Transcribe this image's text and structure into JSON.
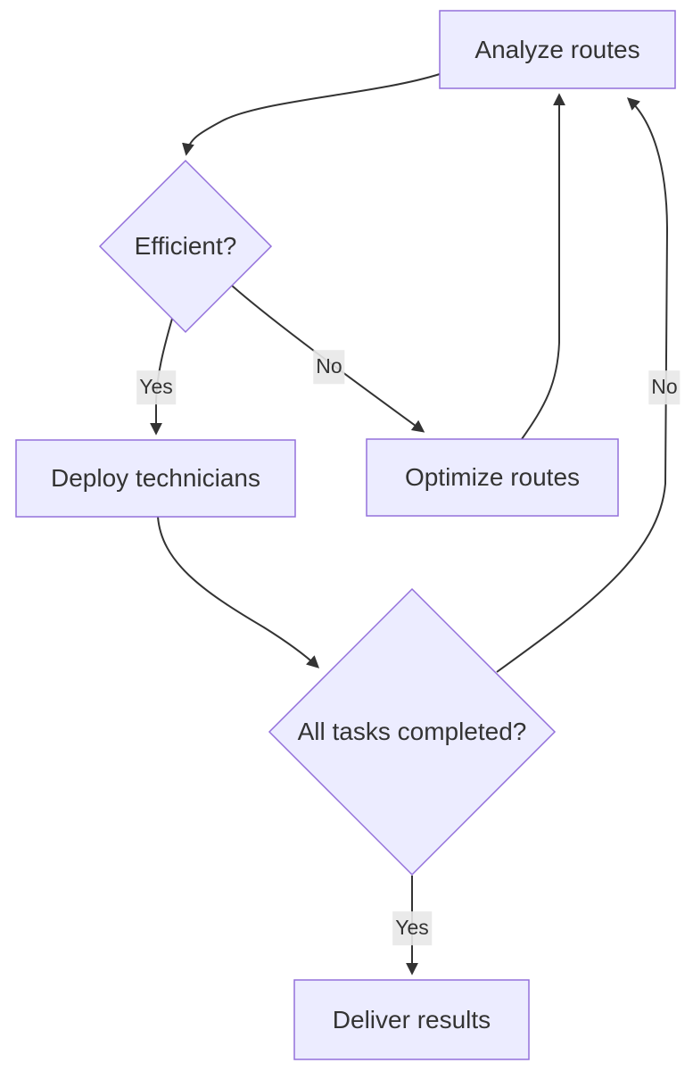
{
  "diagram": {
    "type": "flowchart",
    "orientation": "top-down",
    "colors": {
      "background": "#ffffff",
      "node_fill": "#ECECFF",
      "node_border": "#9370DB",
      "node_text": "#333333",
      "edge_line": "#333333",
      "edge_label_bg": "#e8e8e8",
      "edge_label_text": "#333333"
    },
    "nodes": [
      {
        "id": "analyze",
        "label": "Analyze routes",
        "shape": "rectangle"
      },
      {
        "id": "efficient",
        "label": "Efficient?",
        "shape": "diamond"
      },
      {
        "id": "deploy",
        "label": "Deploy technicians",
        "shape": "rectangle"
      },
      {
        "id": "optimize",
        "label": "Optimize routes",
        "shape": "rectangle"
      },
      {
        "id": "alltasks",
        "label": "All tasks completed?",
        "shape": "diamond"
      },
      {
        "id": "deliver",
        "label": "Deliver results",
        "shape": "rectangle"
      }
    ],
    "edges": [
      {
        "from": "analyze",
        "to": "efficient",
        "label": ""
      },
      {
        "from": "efficient",
        "to": "deploy",
        "label": "Yes"
      },
      {
        "from": "efficient",
        "to": "optimize",
        "label": "No"
      },
      {
        "from": "optimize",
        "to": "analyze",
        "label": ""
      },
      {
        "from": "deploy",
        "to": "alltasks",
        "label": ""
      },
      {
        "from": "alltasks",
        "to": "analyze",
        "label": "No"
      },
      {
        "from": "alltasks",
        "to": "deliver",
        "label": "Yes"
      }
    ]
  }
}
